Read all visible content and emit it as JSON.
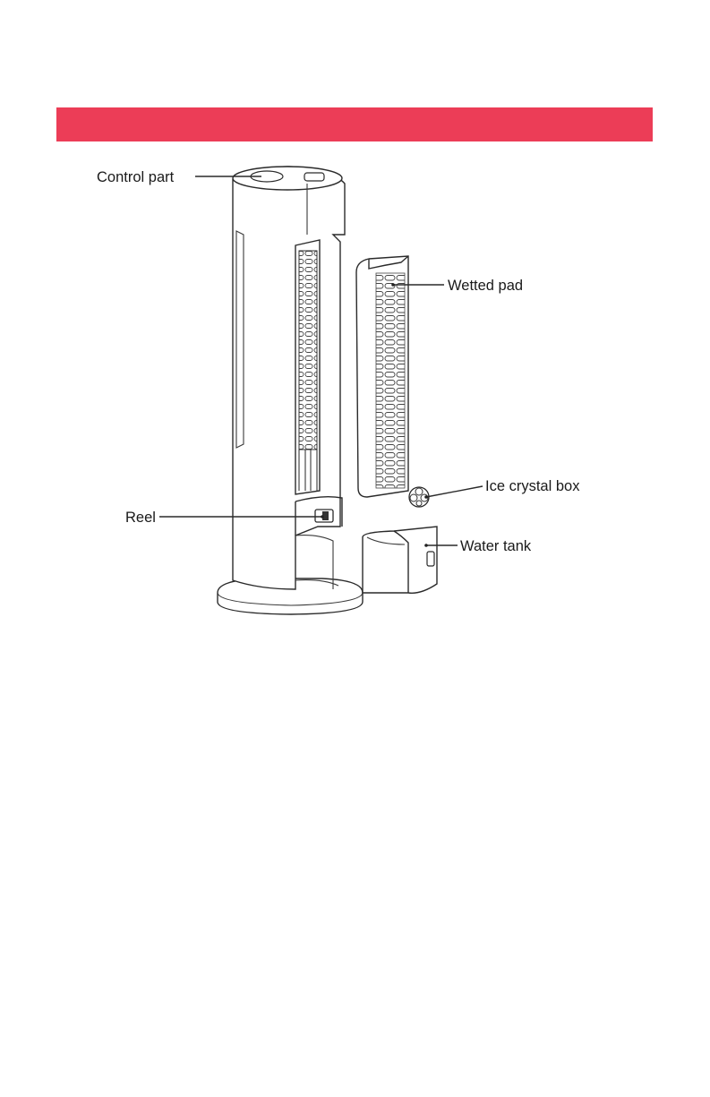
{
  "header": {
    "color": "#ec3d57"
  },
  "diagram": {
    "labels": {
      "control_part": "Control part",
      "wetted_pad": "Wetted pad",
      "ice_crystal_box": "Ice crystal box",
      "reel": "Reel",
      "water_tank": "Water tank"
    }
  }
}
